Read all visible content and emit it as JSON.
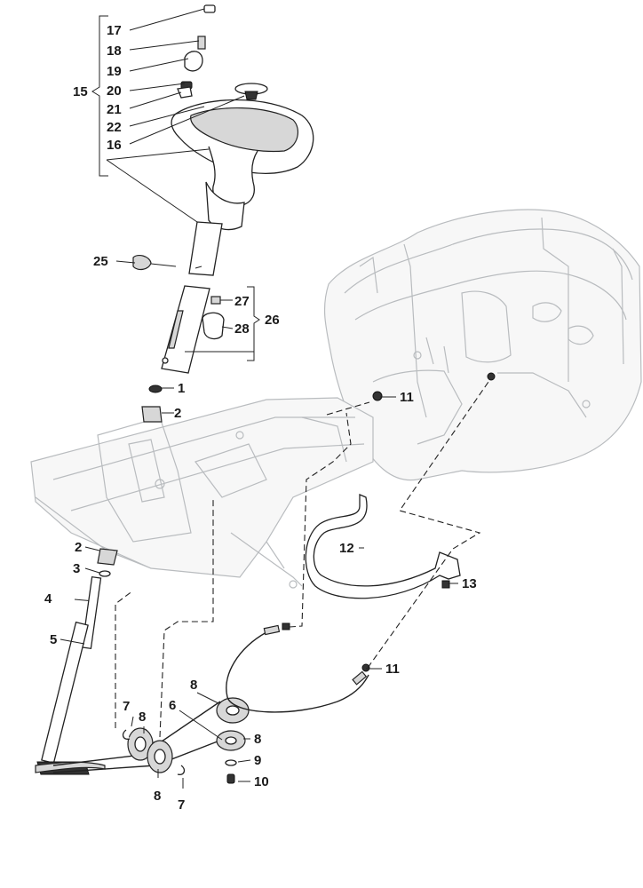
{
  "callouts": {
    "c17": "17",
    "c18": "18",
    "c19": "19",
    "c20": "20",
    "c21": "21",
    "c22": "22",
    "c16": "16",
    "c15": "15",
    "c25": "25",
    "c27": "27",
    "c28": "28",
    "c26": "26",
    "c1": "1",
    "c2a": "2",
    "c2b": "2",
    "c3": "3",
    "c4": "4",
    "c5": "5",
    "c11a": "11",
    "c11b": "11",
    "c12": "12",
    "c13": "13",
    "c6": "6",
    "c7a": "7",
    "c7b": "7",
    "c8a": "8",
    "c8b": "8",
    "c8c": "8",
    "c9": "9",
    "c10": "10"
  }
}
